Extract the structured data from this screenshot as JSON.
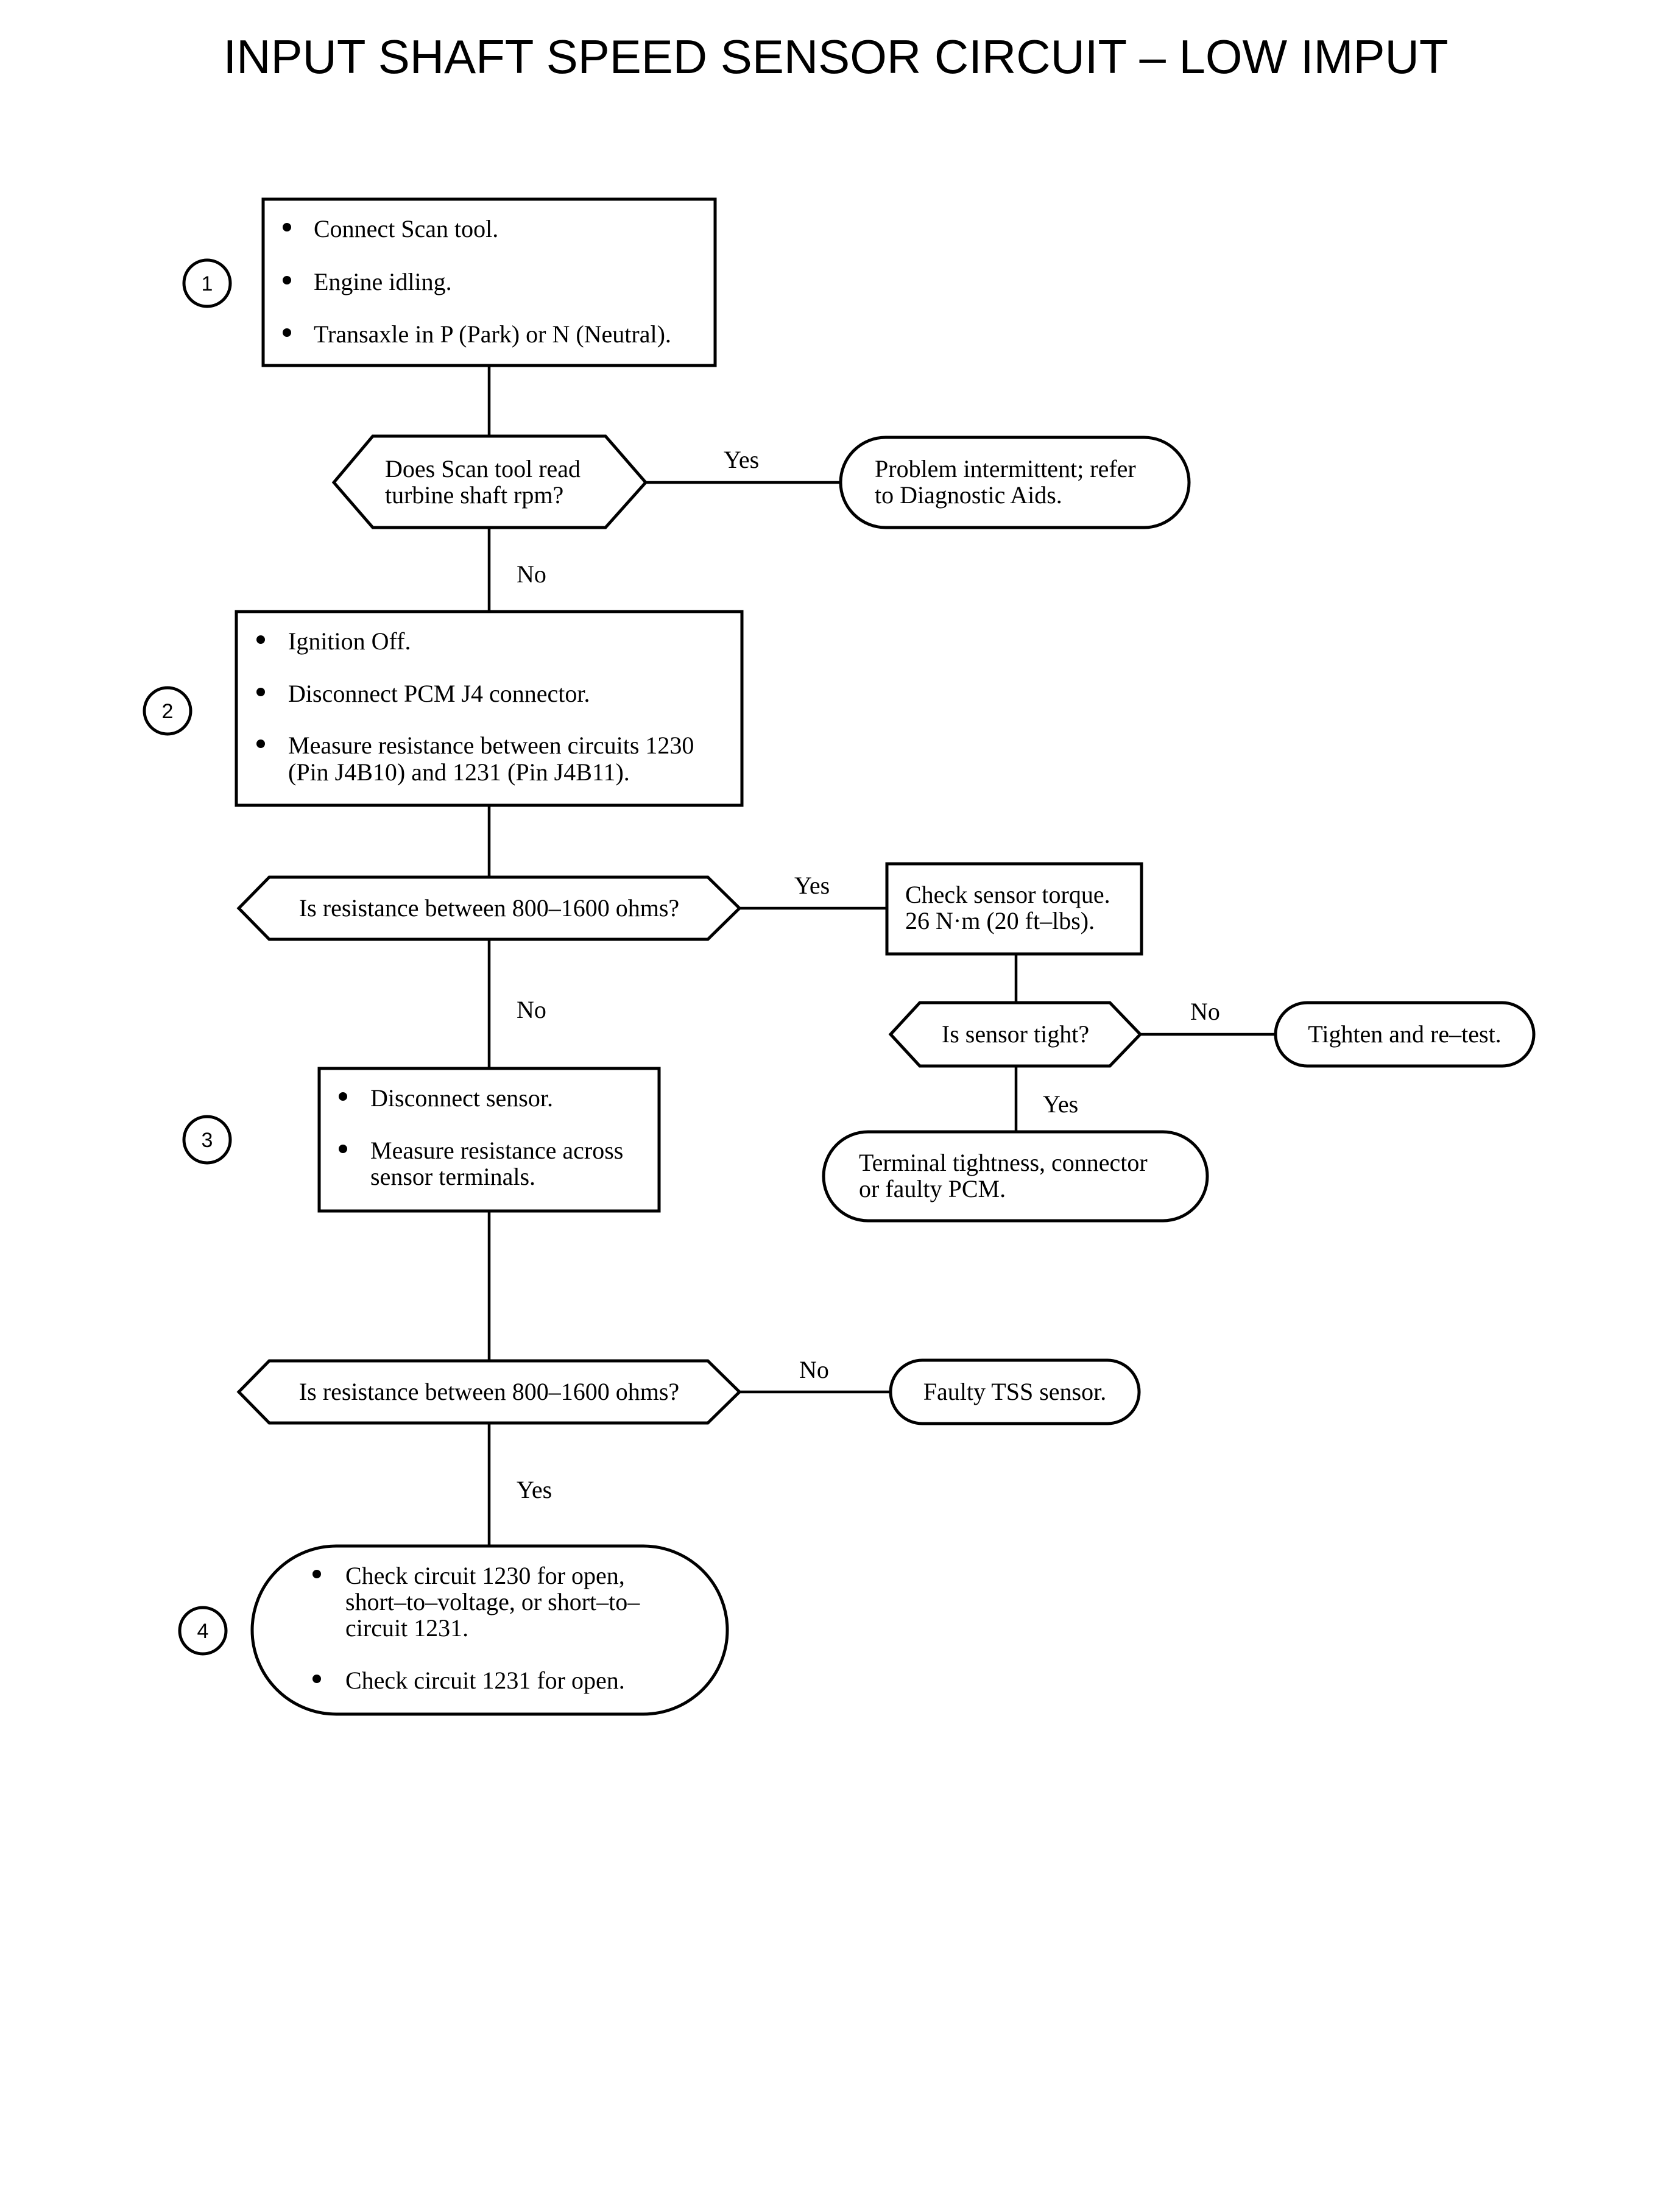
{
  "title": "INPUT SHAFT SPEED SENSOR CIRCUIT – LOW IMPUT",
  "steps": [
    "1",
    "2",
    "3",
    "4"
  ],
  "step1": [
    "Connect Scan tool.",
    "Engine idling.",
    "Transaxle in P (Park) or N (Neutral)."
  ],
  "q1": [
    "Does Scan tool read",
    "turbine shaft rpm?"
  ],
  "q1_yes": "Yes",
  "q1_no": "No",
  "intermittent": [
    "Problem intermittent; refer",
    "to Diagnostic Aids."
  ],
  "step2": {
    "b1": "Ignition Off.",
    "b2": "Disconnect PCM J4 connector.",
    "b3": [
      "Measure resistance between circuits 1230",
      "(Pin J4B10) and 1231 (Pin J4B11)."
    ]
  },
  "q2": "Is resistance between 800–1600 ohms?",
  "q2_yes": "Yes",
  "q2_no": "No",
  "torque": [
    "Check sensor torque.",
    "26 N·m (20 ft–lbs)."
  ],
  "q_tight": "Is sensor tight?",
  "tight_no": "No",
  "tight_yes": "Yes",
  "retest": "Tighten and re–test.",
  "terminal": [
    "Terminal tightness, connector",
    "or faulty PCM."
  ],
  "step3": {
    "b1": "Disconnect sensor.",
    "b2": [
      "Measure resistance across",
      "sensor terminals."
    ]
  },
  "q3": "Is resistance between 800–1600 ohms?",
  "q3_no": "No",
  "q3_yes": "Yes",
  "faulty": "Faulty TSS sensor.",
  "step4": {
    "b1": [
      "Check circuit 1230 for open,",
      "short–to–voltage, or short–to–",
      "circuit 1231."
    ],
    "b2": "Check circuit 1231 for open."
  }
}
